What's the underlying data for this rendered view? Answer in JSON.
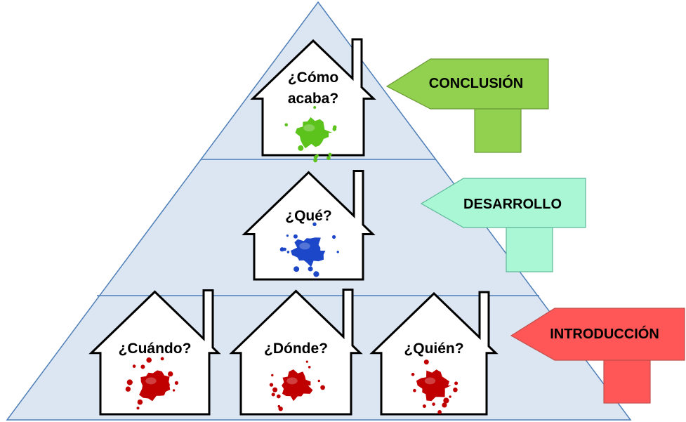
{
  "levels": {
    "top": {
      "question_lines": [
        "¿Cómo",
        "acaba?"
      ],
      "splat_color": "#5cc21c",
      "sign": {
        "label": "CONCLUSIÓN",
        "color": "#92d050"
      }
    },
    "middle": {
      "question_lines": [
        "¿Qué?"
      ],
      "splat_color": "#1c47c9",
      "sign": {
        "label": "DESARROLLO",
        "color": "#a9f7d4"
      }
    },
    "bottom": {
      "houses": [
        {
          "question": "¿Cuándo?",
          "splat_color": "#c00000"
        },
        {
          "question": "¿Dónde?",
          "splat_color": "#c00000"
        },
        {
          "question": "¿Quién?",
          "splat_color": "#c00000"
        }
      ],
      "sign": {
        "label": "INTRODUCCIÓN",
        "color": "#ff5757"
      }
    }
  },
  "pyramid": {
    "fill": "#dce6f2",
    "stroke": "#4f7fb8"
  }
}
